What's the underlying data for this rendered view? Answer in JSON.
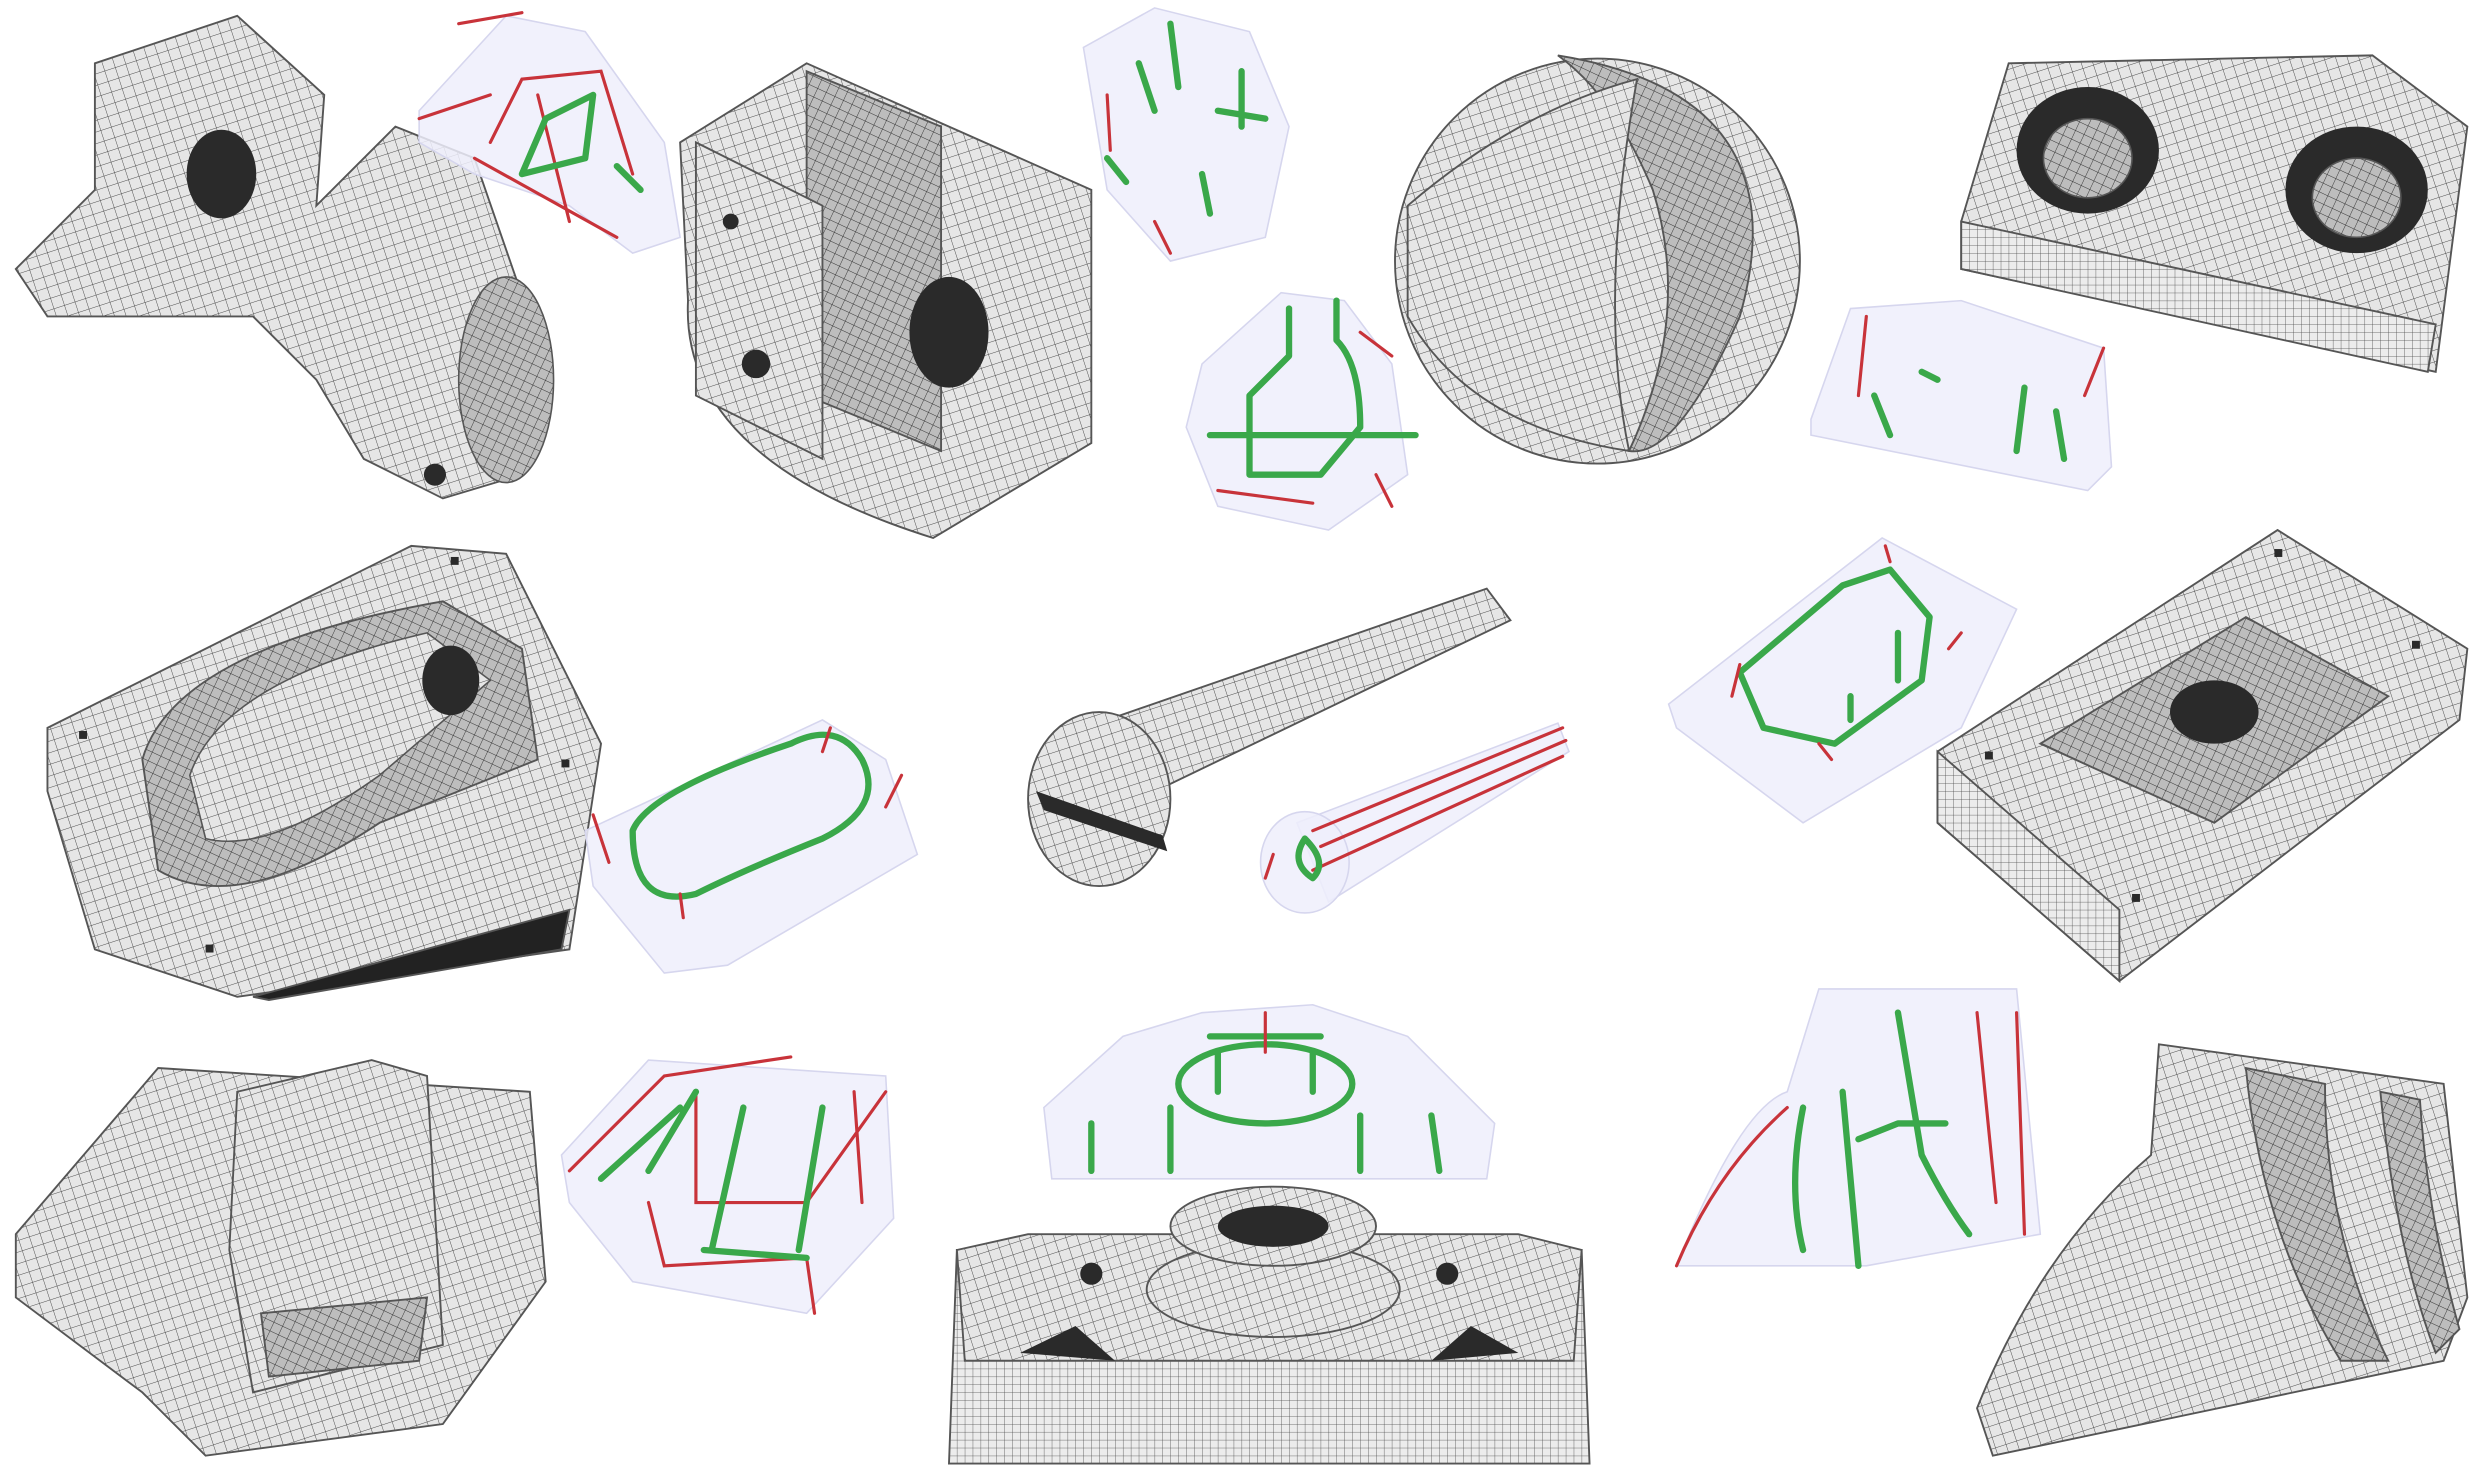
{
  "figure": {
    "colors": {
      "background": "#ffffff",
      "mesh_surface": "#e4e4e4",
      "mesh_lines": "#444444",
      "ghost_surface": "#eeeefb",
      "red_curves": "#c8333a",
      "green_curves": "#3aa84a"
    },
    "models": [
      {
        "id": "bracket-arm",
        "style": "meshed"
      },
      {
        "id": "bracket-arm-curves",
        "style": "transparent-with-curves"
      },
      {
        "id": "slotted-cylinder",
        "style": "meshed"
      },
      {
        "id": "slotted-cylinder-curves-a",
        "style": "transparent-with-curves"
      },
      {
        "id": "slotted-cylinder-curves-b",
        "style": "transparent-with-curves"
      },
      {
        "id": "cut-sphere",
        "style": "meshed"
      },
      {
        "id": "two-hole-block",
        "style": "meshed"
      },
      {
        "id": "two-hole-block-curves",
        "style": "transparent-with-curves"
      },
      {
        "id": "pocket-plate",
        "style": "meshed"
      },
      {
        "id": "pocket-plate-curves",
        "style": "transparent-with-curves"
      },
      {
        "id": "screw",
        "style": "meshed"
      },
      {
        "id": "screw-curves",
        "style": "transparent-with-curves"
      },
      {
        "id": "recess-block-curves",
        "style": "transparent-with-curves"
      },
      {
        "id": "recess-block",
        "style": "meshed"
      },
      {
        "id": "stepped-part",
        "style": "meshed"
      },
      {
        "id": "stepped-part-curves",
        "style": "transparent-with-curves"
      },
      {
        "id": "flange-base-curves",
        "style": "transparent-with-curves"
      },
      {
        "id": "flange-base",
        "style": "meshed"
      },
      {
        "id": "curved-fin-curves",
        "style": "transparent-with-curves"
      },
      {
        "id": "curved-fin",
        "style": "meshed"
      }
    ]
  }
}
